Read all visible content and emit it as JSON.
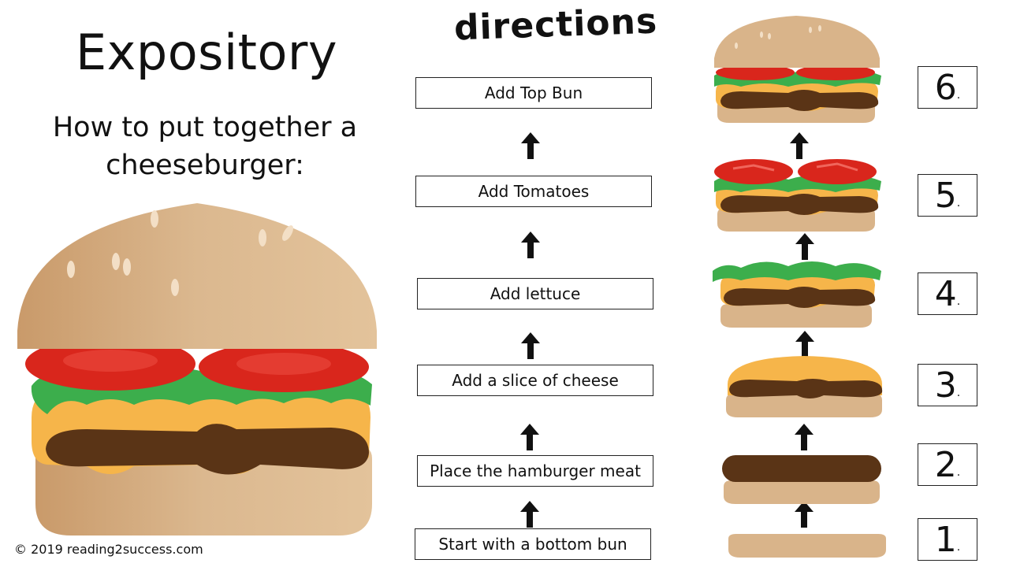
{
  "title": "Expository",
  "subtitle": "How to put together a cheeseburger:",
  "directions_heading": "directions",
  "steps": [
    {
      "label": "Start with a bottom bun",
      "number": "1"
    },
    {
      "label": "Place the hamburger meat",
      "number": "2"
    },
    {
      "label": "Add a slice of cheese",
      "number": "3"
    },
    {
      "label": "Add lettuce",
      "number": "4"
    },
    {
      "label": "Add Tomatoes",
      "number": "5"
    },
    {
      "label": "Add Top Bun",
      "number": "6"
    }
  ],
  "copyright": "© 2019 reading2success.com",
  "colors": {
    "bun": "#d9b48a",
    "bun_dark": "#c99a6a",
    "patty": "#5a3416",
    "cheese": "#f6b54a",
    "lettuce": "#3cae4c",
    "tomato": "#d9261c"
  }
}
